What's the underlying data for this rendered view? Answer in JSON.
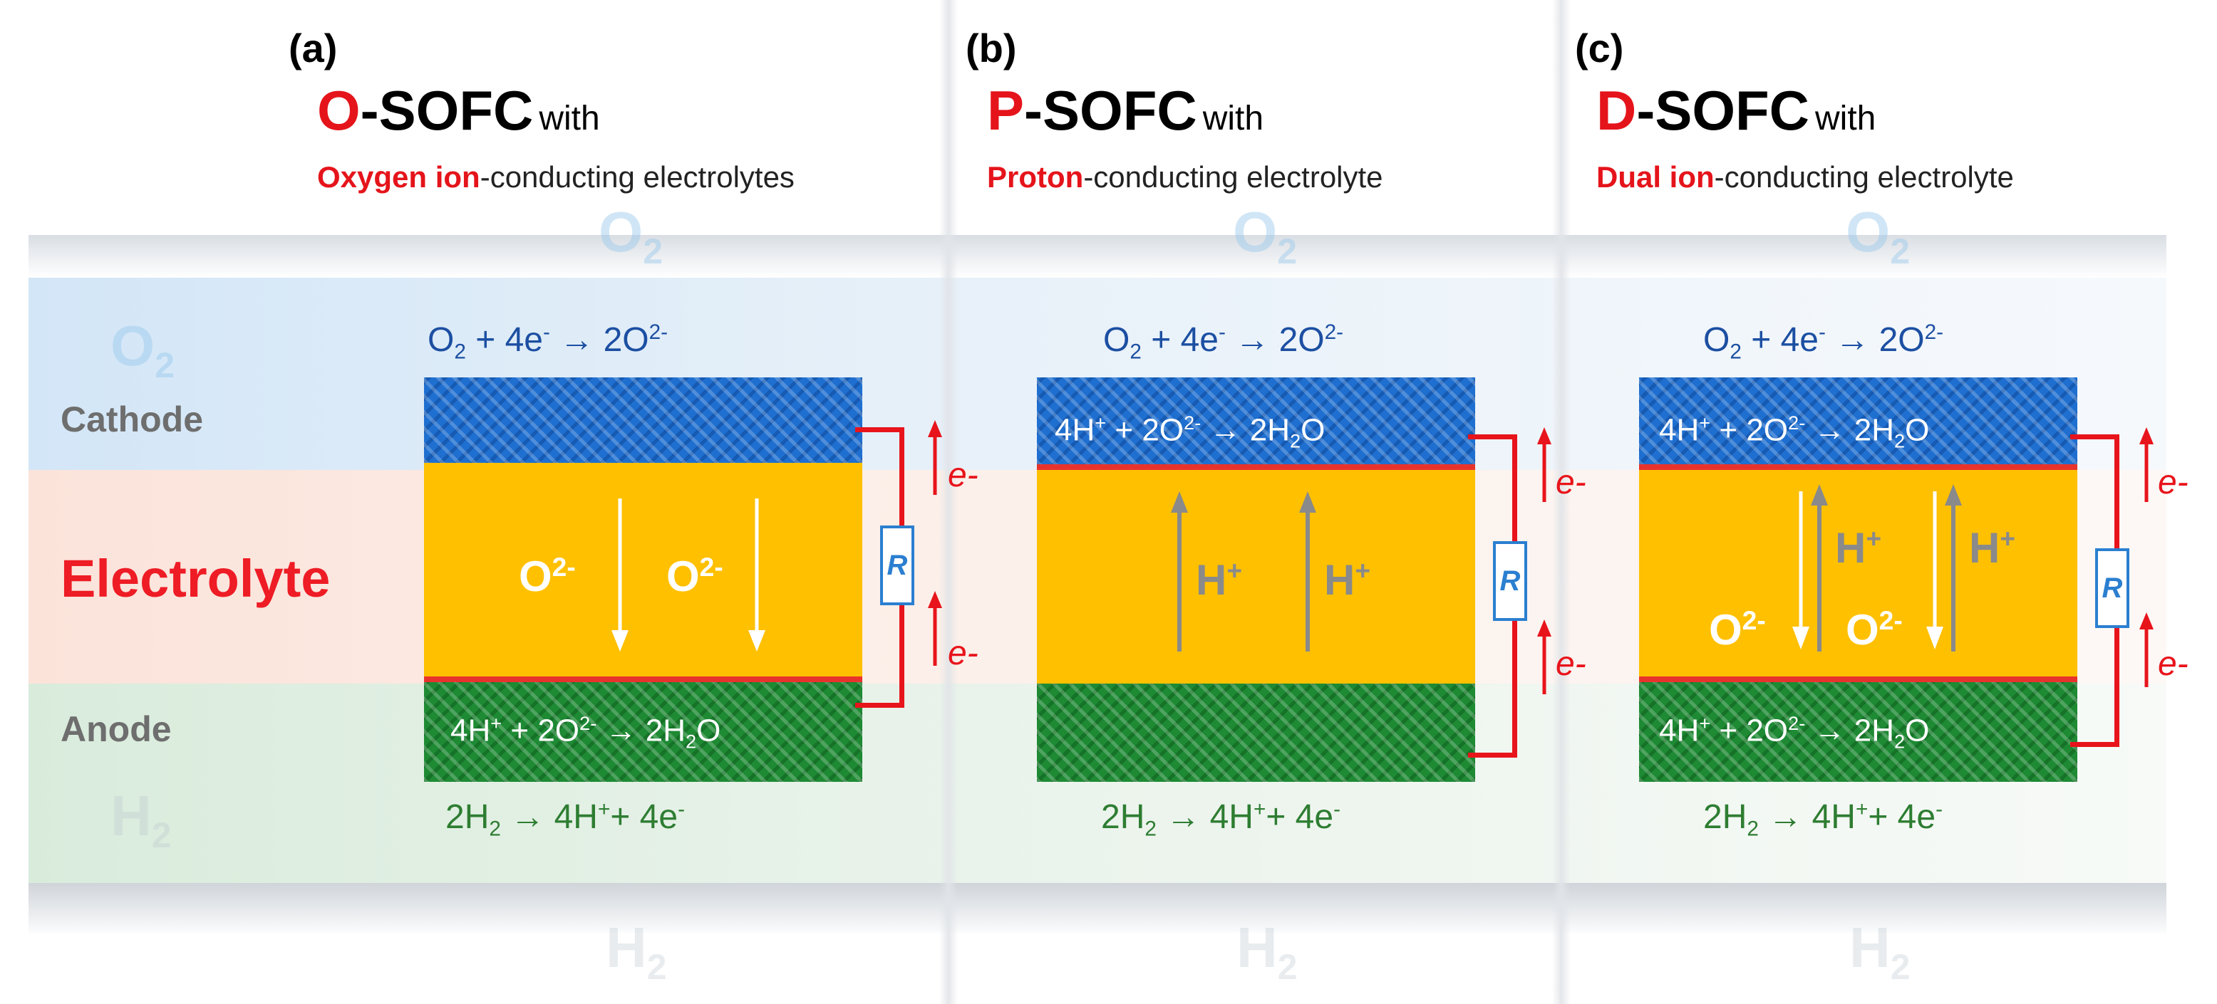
{
  "background": {
    "ghost_o2": {
      "base": "O",
      "sub": "2"
    },
    "ghost_h2": {
      "base": "H",
      "sub": "2"
    }
  },
  "rows": {
    "cathode": "Cathode",
    "electrolyte": "Electrolyte",
    "anode": "Anode"
  },
  "panels": [
    {
      "tag": "(a)",
      "title_letter": "O",
      "title_rest": "-SOFC",
      "title_with": "with",
      "subtitle_highlight": "Oxygen ion",
      "subtitle_rest": "-conducting electrolytes",
      "top_eq": {
        "a": "O",
        "a_sub": "2",
        "b": " + 4e",
        "b_sup": "-",
        "c": " → 2O",
        "c_sup": "2-"
      },
      "bottom_eq": {
        "a": "2H",
        "a_sub": "2",
        "b": " → 4H",
        "b_sup": "+",
        "c": "+ 4e",
        "c_sup": "-"
      },
      "anode_eq": {
        "a": "4H",
        "a_sup": "+",
        "b": " + 2O",
        "b_sup": "2-",
        "c": " → 2H",
        "c_sub": "2",
        "d": "O"
      },
      "ions": [
        {
          "base": "O",
          "sup": "2-"
        },
        {
          "base": "O",
          "sup": "2-"
        }
      ],
      "resistor": "R",
      "electron": "e-"
    },
    {
      "tag": "(b)",
      "title_letter": "P",
      "title_rest": "-SOFC",
      "title_with": "with",
      "subtitle_highlight": "Proton",
      "subtitle_rest": "-conducting electrolyte",
      "top_eq": {
        "a": "O",
        "a_sub": "2",
        "b": " + 4e",
        "b_sup": "-",
        "c": " → 2O",
        "c_sup": "2-"
      },
      "bottom_eq": {
        "a": "2H",
        "a_sub": "2",
        "b": " → 4H",
        "b_sup": "+",
        "c": "+ 4e",
        "c_sup": "-"
      },
      "cathode_eq": {
        "a": "4H",
        "a_sup": "+",
        "b": " + 2O",
        "b_sup": "2-",
        "c": " → 2H",
        "c_sub": "2",
        "d": "O"
      },
      "ions": [
        {
          "base": "H",
          "sup": "+"
        },
        {
          "base": "H",
          "sup": "+"
        }
      ],
      "resistor": "R",
      "electron": "e-"
    },
    {
      "tag": "(c)",
      "title_letter": "D",
      "title_rest": "-SOFC",
      "title_with": "with",
      "subtitle_highlight": "Dual ion",
      "subtitle_rest": "-conducting electrolyte",
      "top_eq": {
        "a": "O",
        "a_sub": "2",
        "b": " + 4e",
        "b_sup": "-",
        "c": " → 2O",
        "c_sup": "2-"
      },
      "bottom_eq": {
        "a": "2H",
        "a_sub": "2",
        "b": " → 4H",
        "b_sup": "+",
        "c": "+ 4e",
        "c_sup": "-"
      },
      "cathode_eq": {
        "a": "4H",
        "a_sup": "+",
        "b": " + 2O",
        "b_sup": "2-",
        "c": " → 2H",
        "c_sub": "2",
        "d": "O"
      },
      "anode_eq": {
        "a": "4H",
        "a_sup": "+",
        "b": " + 2O",
        "b_sup": "2-",
        "c": " → 2H",
        "c_sub": "2",
        "d": "O"
      },
      "ions_h": [
        {
          "base": "H",
          "sup": "+"
        },
        {
          "base": "H",
          "sup": "+"
        }
      ],
      "ions_o": [
        {
          "base": "O",
          "sup": "2-"
        },
        {
          "base": "O",
          "sup": "2-"
        }
      ],
      "resistor": "R",
      "electron": "e-"
    }
  ],
  "colors": {
    "cathode": "#1f6fd0",
    "electrolyte": "#ffc000",
    "anode": "#1e8a34",
    "wire": "#e8141b",
    "proton_arrow": "#8a8a8a",
    "oxide_arrow": "#ffffff"
  }
}
